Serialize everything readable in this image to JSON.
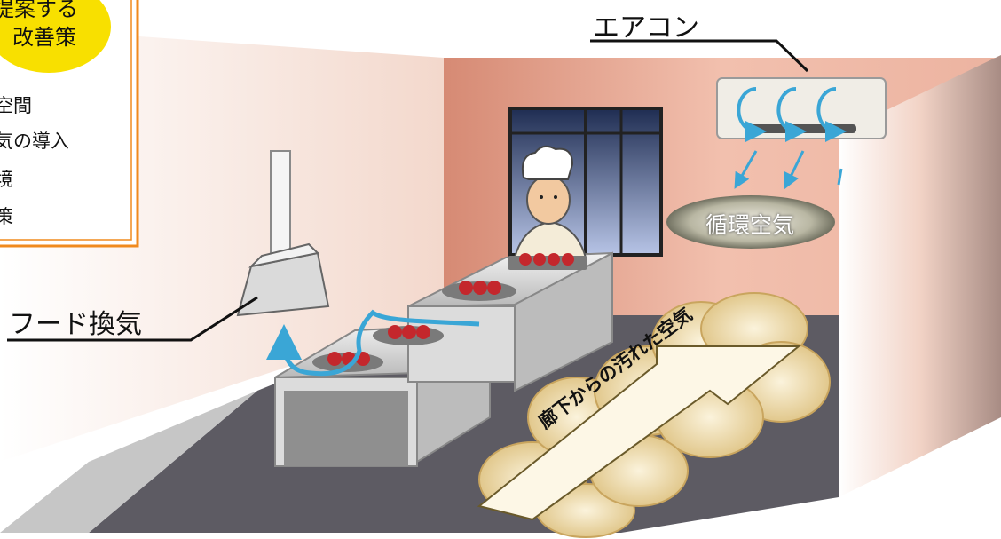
{
  "proposal_box": {
    "badge_line1": "提案する",
    "badge_line2": "改善策",
    "items": [
      "空間",
      "気の導入",
      "境",
      "策"
    ]
  },
  "labels": {
    "aircon": "エアコン",
    "hood": "フード換気",
    "circulating_air": "循環空気",
    "dirty_air": "廊下からの汚れた空気"
  },
  "colors": {
    "airflow": "#3aa6d6",
    "wall": "#e7a996",
    "floor": "#5d5b63",
    "box_border": "#f08a1e",
    "badge": "#f8e000",
    "cloud": "#ead39d"
  }
}
